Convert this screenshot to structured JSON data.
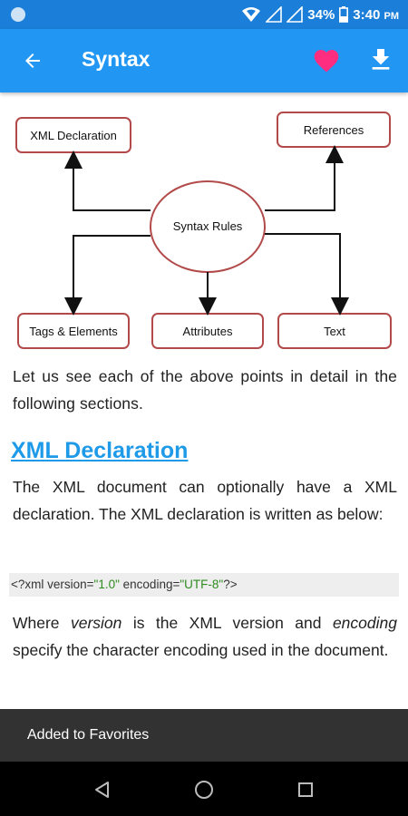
{
  "status_bar": {
    "battery": "34%",
    "time": "3:40",
    "ampm": "PM",
    "icons": [
      "notification-dot-icon",
      "wifi-icon",
      "signal-icon",
      "signal-icon",
      "battery-icon"
    ]
  },
  "app_bar": {
    "title": "Syntax",
    "back_icon": "arrow-left-icon",
    "favorite_icon": "heart-icon",
    "download_icon": "download-icon",
    "favorite_color": "#ff2d7f"
  },
  "diagram": {
    "center": "Syntax Rules",
    "boxes": {
      "xml_declaration": "XML Declaration",
      "references": "References",
      "tags_elements": "Tags & Elements",
      "attributes": "Attributes",
      "text": "Text"
    },
    "border_color": "#b24a4a"
  },
  "content": {
    "intro": "Let us see each of the above points in detail in the following sections.",
    "heading": "XML Declaration",
    "declaration_para": "The XML document can optionally have a XML declaration. The XML declaration is written as below:",
    "code": {
      "p1": "<?xml version=",
      "s1": "\"1.0\"",
      "p2": " encoding=",
      "s2": "\"UTF-8\"",
      "p3": "?>"
    },
    "where_para": {
      "t1": "Where ",
      "i1": "version",
      "t2": " is the XML version and ",
      "i2": "encoding",
      "t3": " specify the character encoding used in the document."
    }
  },
  "snackbar": {
    "message": "Added to Favorites"
  },
  "nav_bar": {
    "icons": [
      "back-triangle-icon",
      "home-circle-icon",
      "recents-square-icon"
    ]
  }
}
